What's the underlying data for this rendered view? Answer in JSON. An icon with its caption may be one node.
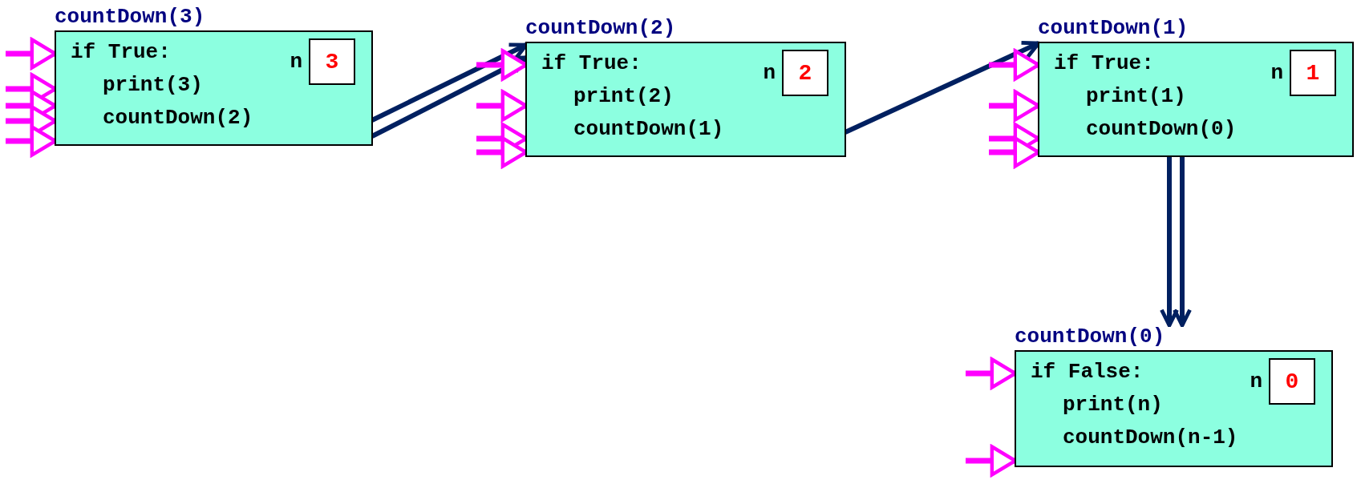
{
  "diagram": {
    "nodes": [
      {
        "text": [
          "countDown(3)",
          "if True:",
          "print(3)",
          "countDown(2)"
        ]
      },
      {
        "text": [
          "3"
        ],
        "beside": [
          "n"
        ],
        "in": 0
      },
      {
        "text": [
          "countDown(2)",
          "if True:",
          "print(2)",
          "countDown(1)"
        ]
      },
      {
        "text": [
          "2"
        ],
        "beside": [
          "n"
        ],
        "in": 2
      },
      {
        "text": [
          "countDown(1)",
          "if True:",
          "print(1)",
          "countDown(0)"
        ]
      },
      {
        "text": [
          "1"
        ],
        "beside": [
          "n"
        ],
        "in": 4
      },
      {
        "text": [
          "countDown(0)",
          "if False:",
          "print(n)",
          "countDown(n-1)"
        ]
      },
      {
        "text": [
          "0"
        ],
        "beside": [
          "n"
        ],
        "in": 6
      }
    ],
    "edges": [
      {
        "from": 0,
        "to": 2,
        "arrow": "to",
        "color": "#002060"
      },
      {
        "from": 0,
        "to": 2,
        "arrow": "to",
        "color": "#002060"
      },
      {
        "from": 2,
        "to": 4,
        "arrow": "to",
        "color": "#002060"
      },
      {
        "from": 4,
        "to": 6,
        "arrow": "to",
        "color": "#002060"
      },
      {
        "from": 4,
        "to": 6,
        "arrow": "to",
        "color": "#002060"
      },
      {
        "from": null,
        "to": 0,
        "arrow": "to"
      },
      {
        "from": null,
        "to": 0,
        "arrow": "to"
      },
      {
        "from": null,
        "to": 0,
        "arrow": "to"
      },
      {
        "from": null,
        "to": 0,
        "arrow": "to"
      },
      {
        "from": null,
        "to": 0,
        "arrow": "to"
      },
      {
        "from": null,
        "to": 2,
        "arrow": "to"
      },
      {
        "from": null,
        "to": 2,
        "arrow": "to"
      },
      {
        "from": null,
        "to": 2,
        "arrow": "to"
      },
      {
        "from": null,
        "to": 2,
        "arrow": "to"
      },
      {
        "from": null,
        "to": 4,
        "arrow": "to"
      },
      {
        "from": null,
        "to": 4,
        "arrow": "to"
      },
      {
        "from": null,
        "to": 4,
        "arrow": "to"
      },
      {
        "from": null,
        "to": 4,
        "arrow": "to"
      },
      {
        "from": null,
        "to": 6,
        "arrow": "to"
      },
      {
        "from": null,
        "to": 6,
        "arrow": "to"
      }
    ]
  }
}
